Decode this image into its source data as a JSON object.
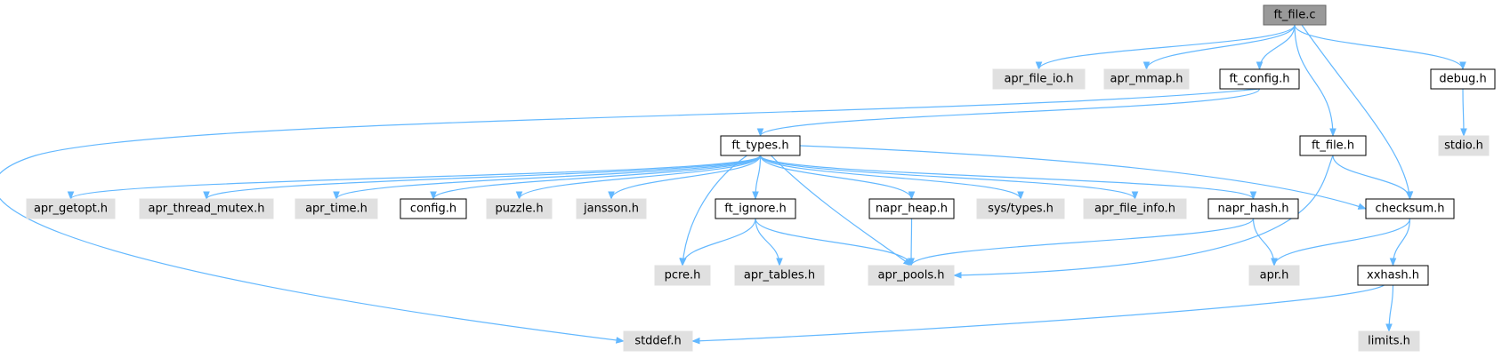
{
  "colors": {
    "edge": "#63b8ff",
    "root_fill": "#999999",
    "system_fill": "#e0e0e0",
    "local_fill": "#ffffff",
    "border": "#666666",
    "local_border": "#000000"
  },
  "nodes": [
    {
      "id": "ft_file_c",
      "label": "ft_file.c",
      "kind": "root"
    },
    {
      "id": "apr_file_io_h",
      "label": "apr_file_io.h",
      "kind": "system"
    },
    {
      "id": "apr_mmap_h",
      "label": "apr_mmap.h",
      "kind": "system"
    },
    {
      "id": "ft_config_h",
      "label": "ft_config.h",
      "kind": "local"
    },
    {
      "id": "debug_h",
      "label": "debug.h",
      "kind": "local"
    },
    {
      "id": "stdio_h",
      "label": "stdio.h",
      "kind": "system"
    },
    {
      "id": "ft_types_h",
      "label": "ft_types.h",
      "kind": "local"
    },
    {
      "id": "ft_file_h",
      "label": "ft_file.h",
      "kind": "local"
    },
    {
      "id": "apr_getopt_h",
      "label": "apr_getopt.h",
      "kind": "system"
    },
    {
      "id": "apr_thread_mutex_h",
      "label": "apr_thread_mutex.h",
      "kind": "system"
    },
    {
      "id": "apr_time_h",
      "label": "apr_time.h",
      "kind": "system"
    },
    {
      "id": "config_h",
      "label": "config.h",
      "kind": "local"
    },
    {
      "id": "puzzle_h",
      "label": "puzzle.h",
      "kind": "system"
    },
    {
      "id": "jansson_h",
      "label": "jansson.h",
      "kind": "system"
    },
    {
      "id": "ft_ignore_h",
      "label": "ft_ignore.h",
      "kind": "local"
    },
    {
      "id": "napr_heap_h",
      "label": "napr_heap.h",
      "kind": "local"
    },
    {
      "id": "sys_types_h",
      "label": "sys/types.h",
      "kind": "system"
    },
    {
      "id": "apr_file_info_h",
      "label": "apr_file_info.h",
      "kind": "system"
    },
    {
      "id": "napr_hash_h",
      "label": "napr_hash.h",
      "kind": "local"
    },
    {
      "id": "checksum_h",
      "label": "checksum.h",
      "kind": "local"
    },
    {
      "id": "pcre_h",
      "label": "pcre.h",
      "kind": "system"
    },
    {
      "id": "apr_tables_h",
      "label": "apr_tables.h",
      "kind": "system"
    },
    {
      "id": "apr_pools_h",
      "label": "apr_pools.h",
      "kind": "system"
    },
    {
      "id": "apr_h",
      "label": "apr.h",
      "kind": "system"
    },
    {
      "id": "xxhash_h",
      "label": "xxhash.h",
      "kind": "local"
    },
    {
      "id": "stddef_h",
      "label": "stddef.h",
      "kind": "system"
    },
    {
      "id": "limits_h",
      "label": "limits.h",
      "kind": "system"
    }
  ],
  "edges": [
    [
      "ft_file_c",
      "apr_file_io_h"
    ],
    [
      "ft_file_c",
      "apr_mmap_h"
    ],
    [
      "ft_file_c",
      "ft_config_h"
    ],
    [
      "ft_file_c",
      "ft_file_h"
    ],
    [
      "ft_file_c",
      "checksum_h"
    ],
    [
      "ft_file_c",
      "debug_h"
    ],
    [
      "debug_h",
      "stdio_h"
    ],
    [
      "ft_config_h",
      "ft_types_h"
    ],
    [
      "ft_config_h",
      "stddef_h"
    ],
    [
      "ft_file_h",
      "checksum_h"
    ],
    [
      "ft_file_h",
      "apr_pools_h"
    ],
    [
      "ft_types_h",
      "apr_getopt_h"
    ],
    [
      "ft_types_h",
      "apr_thread_mutex_h"
    ],
    [
      "ft_types_h",
      "apr_time_h"
    ],
    [
      "ft_types_h",
      "config_h"
    ],
    [
      "ft_types_h",
      "puzzle_h"
    ],
    [
      "ft_types_h",
      "jansson_h"
    ],
    [
      "ft_types_h",
      "pcre_h"
    ],
    [
      "ft_types_h",
      "ft_ignore_h"
    ],
    [
      "ft_types_h",
      "apr_pools_h"
    ],
    [
      "ft_types_h",
      "napr_heap_h"
    ],
    [
      "ft_types_h",
      "sys_types_h"
    ],
    [
      "ft_types_h",
      "apr_file_info_h"
    ],
    [
      "ft_types_h",
      "napr_hash_h"
    ],
    [
      "ft_types_h",
      "checksum_h"
    ],
    [
      "ft_ignore_h",
      "pcre_h"
    ],
    [
      "ft_ignore_h",
      "apr_tables_h"
    ],
    [
      "ft_ignore_h",
      "apr_pools_h"
    ],
    [
      "napr_heap_h",
      "apr_pools_h"
    ],
    [
      "napr_hash_h",
      "apr_pools_h"
    ],
    [
      "napr_hash_h",
      "apr_h"
    ],
    [
      "checksum_h",
      "apr_h"
    ],
    [
      "checksum_h",
      "xxhash_h"
    ],
    [
      "xxhash_h",
      "stddef_h"
    ],
    [
      "xxhash_h",
      "limits_h"
    ]
  ]
}
